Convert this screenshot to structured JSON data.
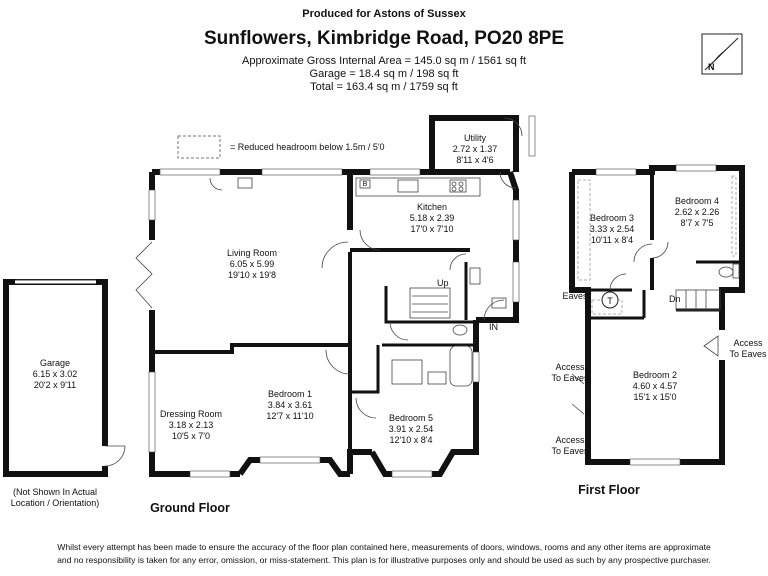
{
  "header": {
    "producer": "Produced for Astons of Sussex",
    "title": "Sunflowers, Kimbridge Road, PO20 8PE",
    "gross_area": "Approximate Gross Internal Area = 145.0 sq m / 1561 sq ft",
    "garage_area": "Garage = 18.4 sq m / 198 sq ft",
    "total_area": "Total = 163.4 sq m / 1759 sq ft"
  },
  "compass": {
    "label": "N"
  },
  "legend": {
    "text": "= Reduced headroom below 1.5m / 5'0"
  },
  "floors": {
    "ground": "Ground Floor",
    "first": "First Floor"
  },
  "rooms": {
    "garage": {
      "name": "Garage",
      "metric": "6.15 x 3.02",
      "imperial": "20'2 x 9'11"
    },
    "garage_note": {
      "line1": "(Not Shown In Actual",
      "line2": "Location / Orientation)"
    },
    "utility": {
      "name": "Utility",
      "metric": "2.72 x 1.37",
      "imperial": "8'11 x 4'6"
    },
    "kitchen": {
      "name": "Kitchen",
      "metric": "5.18 x 2.39",
      "imperial": "17'0 x 7'10"
    },
    "living": {
      "name": "Living Room",
      "metric": "6.05 x 5.99",
      "imperial": "19'10 x 19'8"
    },
    "dressing": {
      "name": "Dressing Room",
      "metric": "3.18 x 2.13",
      "imperial": "10'5 x 7'0"
    },
    "bedroom1": {
      "name": "Bedroom 1",
      "metric": "3.84 x 3.61",
      "imperial": "12'7 x 11'10"
    },
    "bedroom5": {
      "name": "Bedroom 5",
      "metric": "3.91 x 2.54",
      "imperial": "12'10 x 8'4"
    },
    "bedroom3": {
      "name": "Bedroom 3",
      "metric": "3.33 x 2.54",
      "imperial": "10'11 x 8'4"
    },
    "bedroom4": {
      "name": "Bedroom 4",
      "metric": "2.62 x 2.26",
      "imperial": "8'7 x 7'5"
    },
    "bedroom2": {
      "name": "Bedroom 2",
      "metric": "4.60 x 4.57",
      "imperial": "15'1 x 15'0"
    }
  },
  "marks": {
    "up": "Up",
    "down": "Dn",
    "entrance": "IN",
    "tank": "T",
    "boiler": "B",
    "eaves": "Eaves",
    "access_eaves_right": {
      "line1": "Access",
      "line2": "To Eaves"
    },
    "access_eaves_left_top": {
      "line1": "Access",
      "line2": "To Eaves"
    },
    "access_eaves_left_bottom": {
      "line1": "Access",
      "line2": "To Eaves"
    }
  },
  "disclaimer": {
    "line1": "Whilst every attempt has been made to ensure the accuracy of the floor plan contained here, measurements of doors, windows, rooms and any other items are approximate",
    "line2": "and no responsibility is taken for any error, omission, or miss-statement. This plan is for illustrative purposes only and should be used as such by any prospective purchaser."
  }
}
